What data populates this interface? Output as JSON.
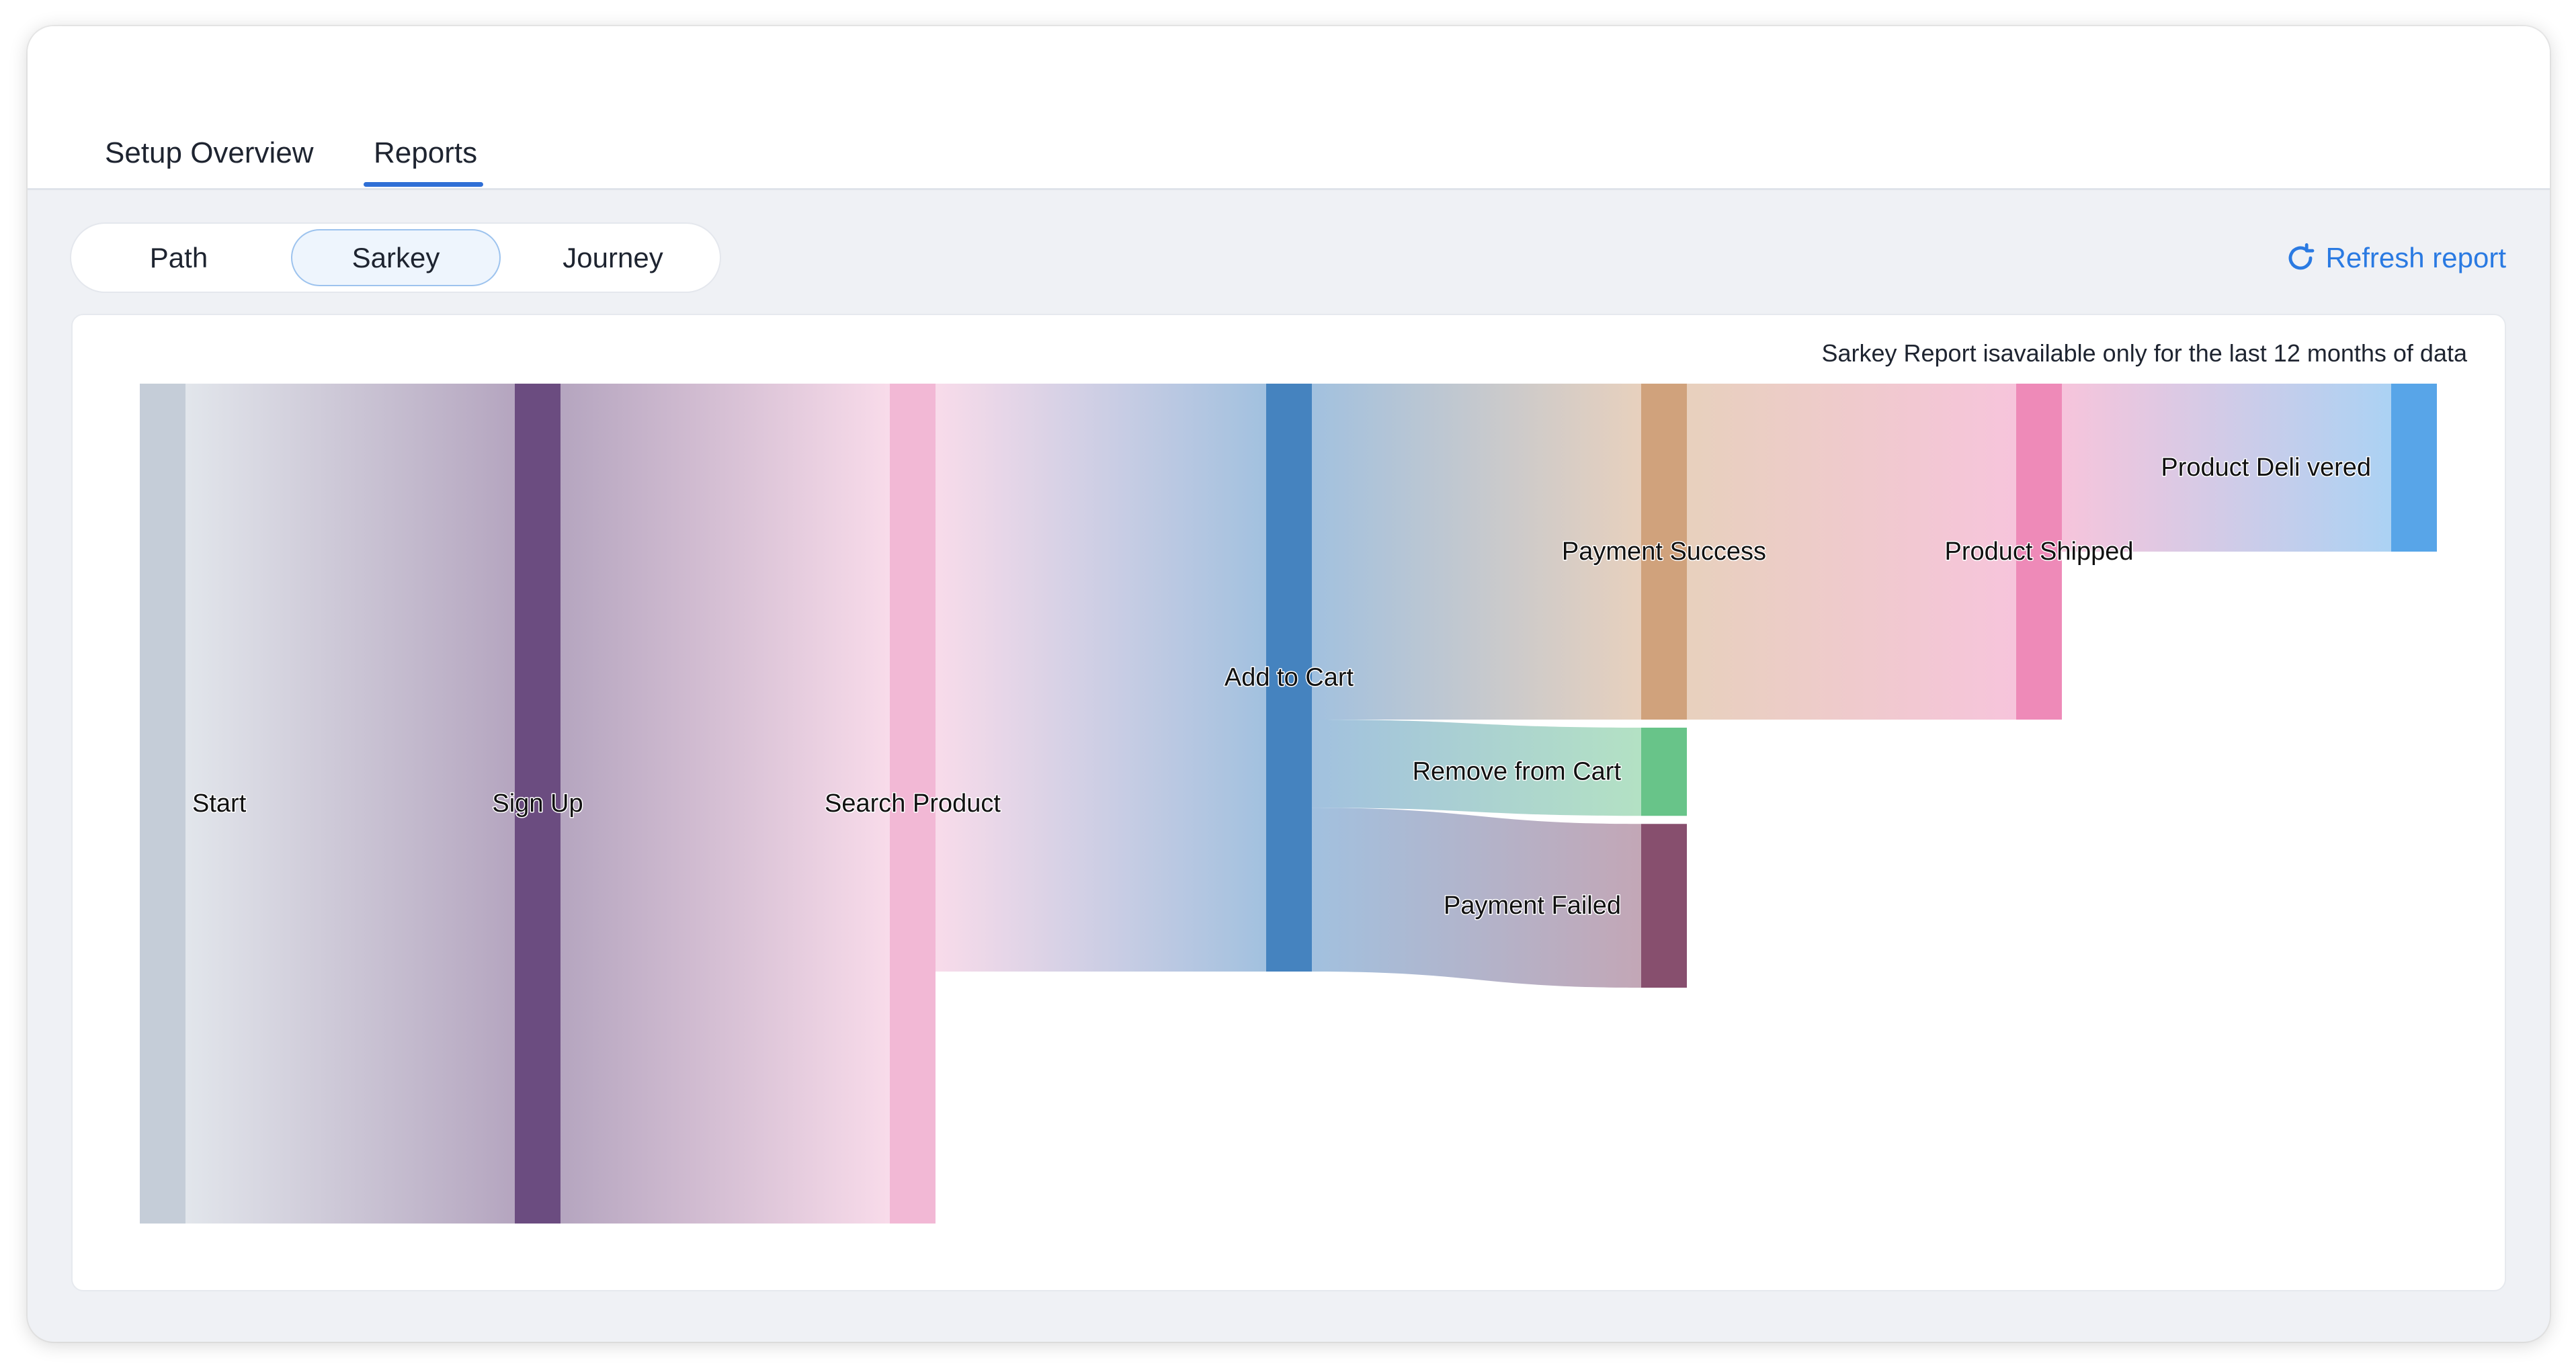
{
  "tabs": [
    {
      "label": "Setup Overview",
      "active": false
    },
    {
      "label": "Reports",
      "active": true
    }
  ],
  "report_types": [
    {
      "label": "Path",
      "active": false
    },
    {
      "label": "Sarkey",
      "active": true
    },
    {
      "label": "Journey",
      "active": false
    }
  ],
  "refresh": {
    "label": "Refresh report",
    "icon": "refresh-icon"
  },
  "note": "Sarkey Report isavailable only for the last 12 months of data",
  "colors": {
    "accent": "#2a7ae2"
  },
  "chart_data": {
    "type": "sankey",
    "nodes": [
      {
        "id": "start",
        "label": "Start",
        "color": "#c5cdd8",
        "stage": 0
      },
      {
        "id": "signup",
        "label": "Sign Up",
        "color": "#6b4c80",
        "stage": 1
      },
      {
        "id": "search",
        "label": "Search Product",
        "color": "#f2b8d5",
        "stage": 2
      },
      {
        "id": "cart",
        "label": "Add to Cart",
        "color": "#4583bf",
        "stage": 3
      },
      {
        "id": "paysuccess",
        "label": "Payment Success",
        "color": "#d0a27c",
        "stage": 4
      },
      {
        "id": "remove",
        "label": "Remove from Cart",
        "color": "#68c489",
        "stage": 4
      },
      {
        "id": "payfail",
        "label": "Payment Failed",
        "color": "#874f6e",
        "stage": 4
      },
      {
        "id": "shipped",
        "label": "Product Shipped",
        "color": "#ee8ab8",
        "stage": 5
      },
      {
        "id": "delivered",
        "label": "Product Deli vered",
        "color": "#58a5e8",
        "stage": 6
      }
    ],
    "links": [
      {
        "source": "start",
        "target": "signup",
        "value": 100
      },
      {
        "source": "signup",
        "target": "search",
        "value": 100
      },
      {
        "source": "search",
        "target": "cart",
        "value": 70
      },
      {
        "source": "cart",
        "target": "paysuccess",
        "value": 40
      },
      {
        "source": "cart",
        "target": "remove",
        "value": 10.5
      },
      {
        "source": "cart",
        "target": "payfail",
        "value": 19.5
      },
      {
        "source": "paysuccess",
        "target": "shipped",
        "value": 40
      },
      {
        "source": "shipped",
        "target": "delivered",
        "value": 20
      }
    ]
  }
}
